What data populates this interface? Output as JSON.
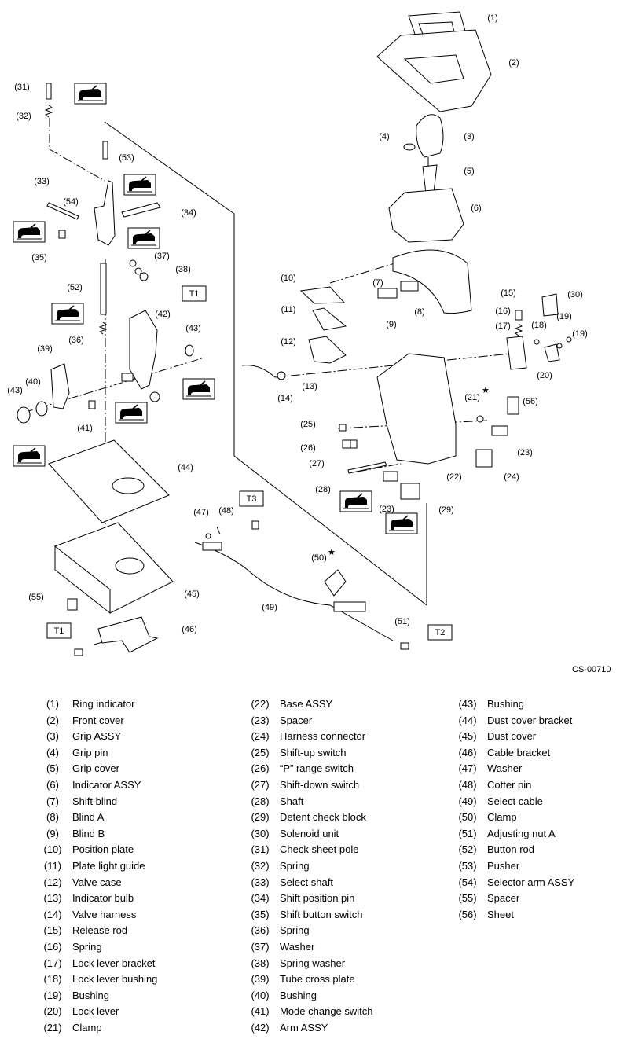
{
  "diagram": {
    "code": "CS-00710",
    "callouts": [
      "(1)",
      "(2)",
      "(3)",
      "(4)",
      "(5)",
      "(6)",
      "(7)",
      "(8)",
      "(9)",
      "(10)",
      "(11)",
      "(12)",
      "(13)",
      "(14)",
      "(15)",
      "(16)",
      "(17)",
      "(18)",
      "(19)",
      "(19)",
      "(20)",
      "(21)",
      "(22)",
      "(23)",
      "(23)",
      "(24)",
      "(25)",
      "(26)",
      "(27)",
      "(28)",
      "(29)",
      "(30)",
      "(31)",
      "(32)",
      "(33)",
      "(34)",
      "(35)",
      "(36)",
      "(37)",
      "(38)",
      "(39)",
      "(40)",
      "(41)",
      "(42)",
      "(43)",
      "(43)",
      "(44)",
      "(45)",
      "(46)",
      "(47)",
      "(48)",
      "(49)",
      "(50)",
      "(51)",
      "(52)",
      "(53)",
      "(54)",
      "(55)",
      "(56)"
    ],
    "torque_tags": [
      "T1",
      "T1",
      "T2",
      "T3"
    ],
    "star_symbol": "★",
    "icon_name": "grease-application-icon"
  },
  "legend": {
    "columns": [
      [
        {
          "num": "(1)",
          "name": "Ring indicator"
        },
        {
          "num": "(2)",
          "name": "Front cover"
        },
        {
          "num": "(3)",
          "name": "Grip ASSY"
        },
        {
          "num": "(4)",
          "name": "Grip pin"
        },
        {
          "num": "(5)",
          "name": "Grip cover"
        },
        {
          "num": "(6)",
          "name": "Indicator ASSY"
        },
        {
          "num": "(7)",
          "name": "Shift blind"
        },
        {
          "num": "(8)",
          "name": "Blind A"
        },
        {
          "num": "(9)",
          "name": "Blind B"
        },
        {
          "num": "(10)",
          "name": "Position plate"
        },
        {
          "num": "(11)",
          "name": "Plate light guide"
        },
        {
          "num": "(12)",
          "name": "Valve case"
        },
        {
          "num": "(13)",
          "name": "Indicator bulb"
        },
        {
          "num": "(14)",
          "name": "Valve harness"
        },
        {
          "num": "(15)",
          "name": "Release rod"
        },
        {
          "num": "(16)",
          "name": "Spring"
        },
        {
          "num": "(17)",
          "name": "Lock lever bracket"
        },
        {
          "num": "(18)",
          "name": "Lock lever bushing"
        },
        {
          "num": "(19)",
          "name": "Bushing"
        },
        {
          "num": "(20)",
          "name": "Lock lever"
        },
        {
          "num": "(21)",
          "name": "Clamp"
        }
      ],
      [
        {
          "num": "(22)",
          "name": "Base ASSY"
        },
        {
          "num": "(23)",
          "name": "Spacer"
        },
        {
          "num": "(24)",
          "name": "Harness connector"
        },
        {
          "num": "(25)",
          "name": "Shift-up switch"
        },
        {
          "num": "(26)",
          "name": "“P” range switch"
        },
        {
          "num": "(27)",
          "name": "Shift-down switch"
        },
        {
          "num": "(28)",
          "name": "Shaft"
        },
        {
          "num": "(29)",
          "name": "Detent check block"
        },
        {
          "num": "(30)",
          "name": "Solenoid unit"
        },
        {
          "num": "(31)",
          "name": "Check sheet pole"
        },
        {
          "num": "(32)",
          "name": "Spring"
        },
        {
          "num": "(33)",
          "name": "Select shaft"
        },
        {
          "num": "(34)",
          "name": "Shift position pin"
        },
        {
          "num": "(35)",
          "name": "Shift button switch"
        },
        {
          "num": "(36)",
          "name": "Spring"
        },
        {
          "num": "(37)",
          "name": "Washer"
        },
        {
          "num": "(38)",
          "name": "Spring washer"
        },
        {
          "num": "(39)",
          "name": "Tube cross plate"
        },
        {
          "num": "(40)",
          "name": "Bushing"
        },
        {
          "num": "(41)",
          "name": "Mode change switch"
        },
        {
          "num": "(42)",
          "name": "Arm ASSY"
        }
      ],
      [
        {
          "num": "(43)",
          "name": "Bushing"
        },
        {
          "num": "(44)",
          "name": "Dust cover bracket"
        },
        {
          "num": "(45)",
          "name": "Dust cover"
        },
        {
          "num": "(46)",
          "name": "Cable bracket"
        },
        {
          "num": "(47)",
          "name": "Washer"
        },
        {
          "num": "(48)",
          "name": "Cotter pin"
        },
        {
          "num": "(49)",
          "name": "Select cable"
        },
        {
          "num": "(50)",
          "name": "Clamp"
        },
        {
          "num": "(51)",
          "name": "Adjusting nut A"
        },
        {
          "num": "(52)",
          "name": "Button rod"
        },
        {
          "num": "(53)",
          "name": "Pusher"
        },
        {
          "num": "(54)",
          "name": "Selector arm ASSY"
        },
        {
          "num": "(55)",
          "name": "Spacer"
        },
        {
          "num": "(56)",
          "name": "Sheet"
        }
      ]
    ]
  }
}
